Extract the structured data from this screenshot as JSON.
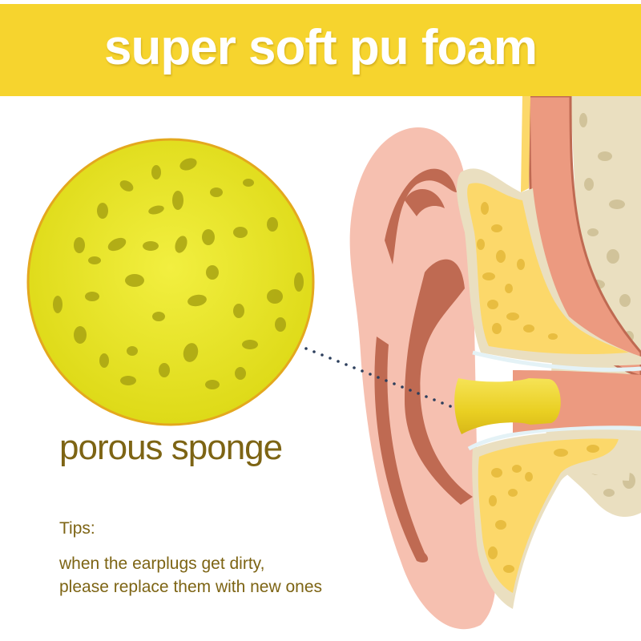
{
  "banner": {
    "title": "super soft pu foam",
    "background_color": "#f6d42e",
    "text_color": "#ffffff"
  },
  "sponge": {
    "label": "porous sponge",
    "fill_color": "#e8e422",
    "border_color": "#e4a81e"
  },
  "ear_diagram": {
    "skin_color": "#f6c0b0",
    "cartilage_fold_color": "#bf6a52",
    "canal_color": "#ec9a80",
    "fat_color": "#fcd86a",
    "bone_color": "#eadfc0",
    "earplug_color": "#f2d72c",
    "pointer_dot_color": "#2c3e5c"
  },
  "tips": {
    "title": "Tips:",
    "lines": [
      "when the earplugs get dirty,",
      "please replace them with new ones"
    ],
    "text_color": "#7d6414"
  }
}
